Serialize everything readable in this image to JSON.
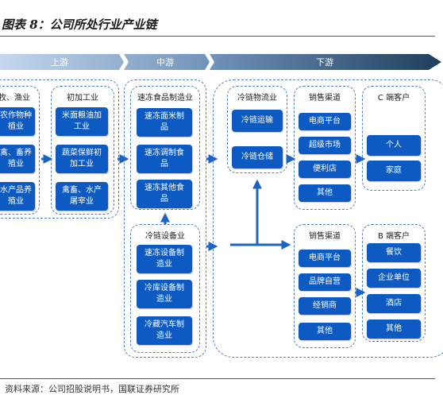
{
  "title": "图表 8：公司所处行业产业链",
  "stages": {
    "upstream": "上游",
    "midstream": "中游",
    "downstream": "下游"
  },
  "groups": {
    "farming": {
      "title": "牧、渔业",
      "items": [
        "农作物种植业",
        "禽、畜养殖业",
        "水产品养殖业"
      ]
    },
    "processing": {
      "title": "初加工业",
      "items": [
        "米面粮油加工业",
        "蔬菜保鲜初加工业",
        "禽畜、水产屠宰业"
      ]
    },
    "food_mfg": {
      "title": "速冻食品制造业",
      "items": [
        "速冻面米制品",
        "速冻调制食品",
        "速冻其他食品"
      ]
    },
    "equipment": {
      "title": "冷链设备业",
      "items": [
        "速冻设备制造业",
        "冷库设备制造业",
        "冷藏汽车制造业"
      ]
    },
    "logistics": {
      "title": "冷链物流业",
      "items": [
        "冷链运输",
        "冷链仓储"
      ]
    },
    "sales_c": {
      "title": "销售渠道",
      "items": [
        "电商平台",
        "超级市场",
        "便利店",
        "其他"
      ]
    },
    "customers_c": {
      "title": "C 端客户",
      "items": [
        "个人",
        "家庭"
      ]
    },
    "sales_b": {
      "title": "销售渠道",
      "items": [
        "电商平台",
        "品牌自营",
        "经销商",
        "其他"
      ]
    },
    "customers_b": {
      "title": "B 端客户",
      "items": [
        "餐饮",
        "企业单位",
        "酒店",
        "其他"
      ]
    }
  },
  "source": "资料来源：公司招股说明书，国联证券研究所",
  "colors": {
    "node": "#0d5bc2",
    "arrow": "#1c63c7",
    "band_dark": "#2d4f6f",
    "band_light": "#bcd2ec",
    "border": "#4f7fc4"
  }
}
